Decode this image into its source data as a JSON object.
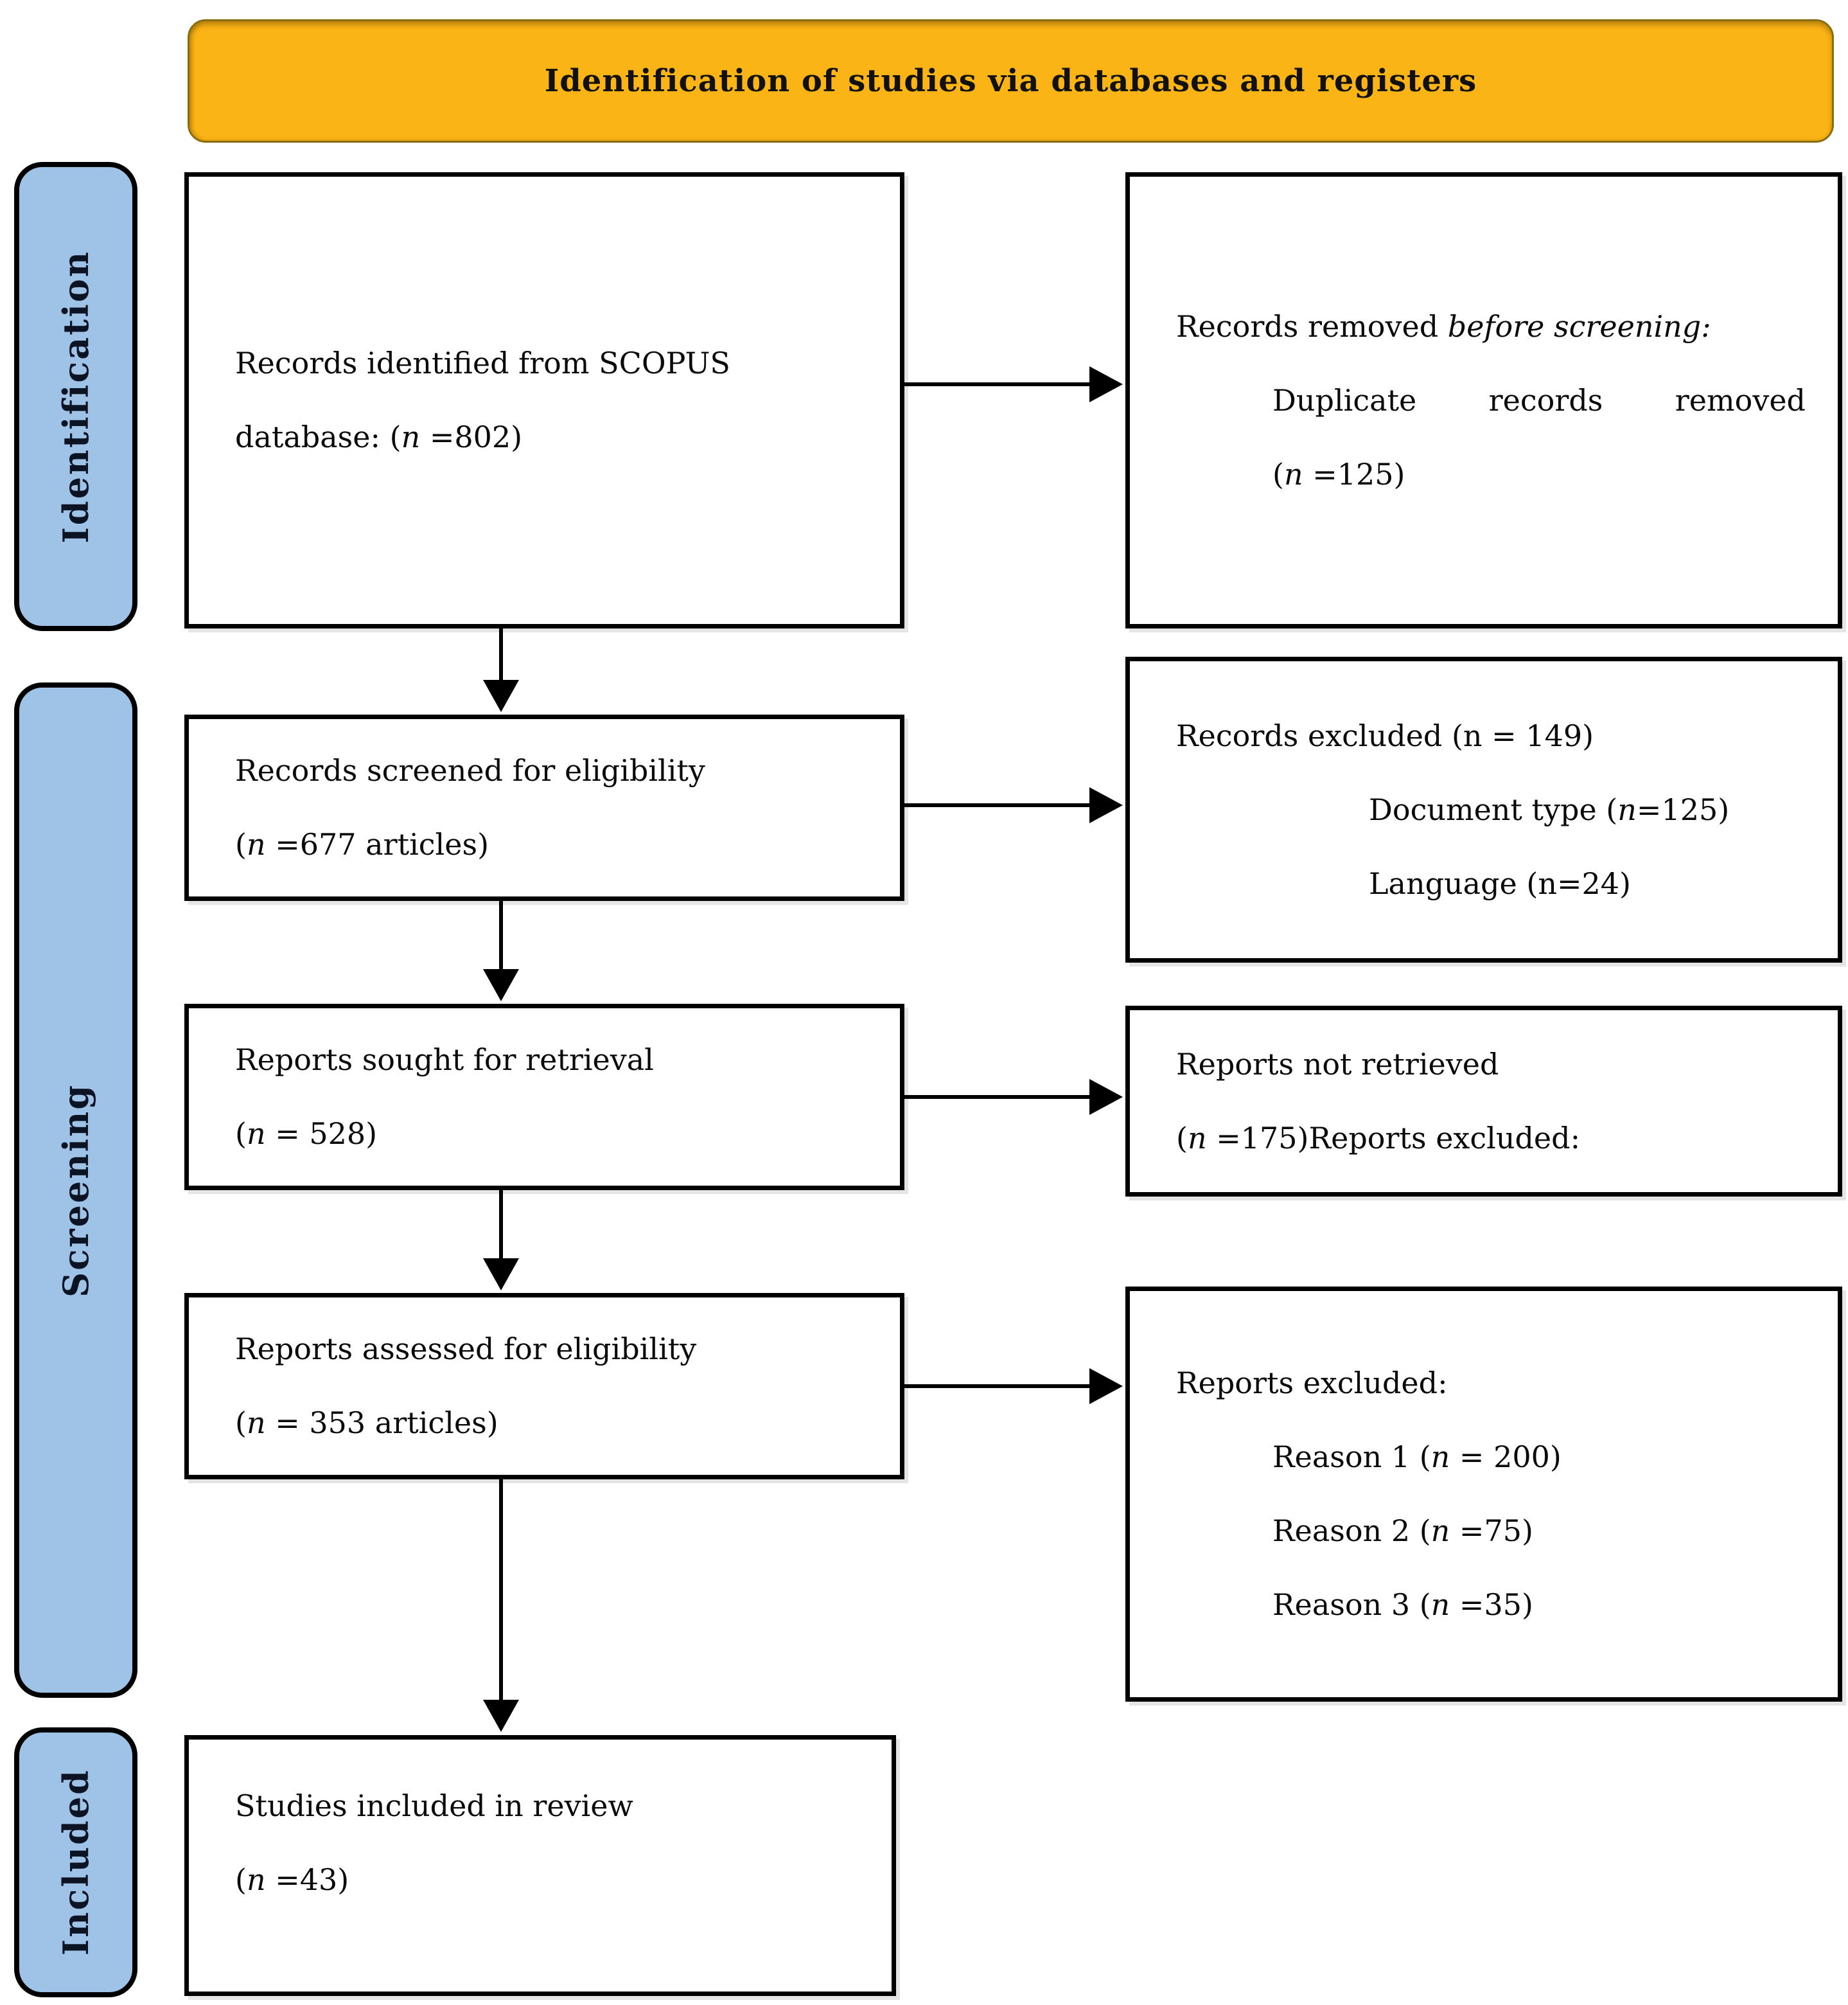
{
  "banner": {
    "title": "Identification of studies via databases and registers"
  },
  "sidebar": {
    "identification": "Identification",
    "screening": "Screening",
    "included": "Included"
  },
  "left_boxes": {
    "identified": {
      "l1": "Records identified from SCOPUS",
      "l2": [
        "database: (",
        "n",
        " =802)"
      ]
    },
    "screened": {
      "l1": "Records screened for eligibility",
      "l2": [
        "(",
        "n",
        " =677 articles)"
      ]
    },
    "sought": {
      "l1": "Reports sought for retrieval",
      "l2": [
        "(",
        "n",
        " = 528)"
      ]
    },
    "assessed": {
      "l1": "Reports assessed for eligibility",
      "l2": [
        "(",
        "n",
        " = 353 articles)"
      ]
    },
    "included": {
      "l1": "Studies included in review",
      "l2": [
        "(",
        "n",
        " =43)"
      ]
    }
  },
  "right_boxes": {
    "removed": {
      "l1": [
        "Records removed ",
        "before screening:"
      ],
      "l2": "Duplicate records removed",
      "l3": [
        "(",
        "n",
        " =125)"
      ]
    },
    "excluded": {
      "l1": "Records excluded (n = 149)",
      "l2": [
        "Document type (",
        "n",
        "=125)"
      ],
      "l3": "Language (n=24)"
    },
    "not_retrieved": {
      "l1": "Reports not retrieved",
      "l2": [
        "(",
        "n",
        " =175)Reports excluded:"
      ]
    },
    "reports_excluded": {
      "l1": "Reports excluded:",
      "l2": [
        "Reason 1 (",
        "n",
        " = 200)"
      ],
      "l3": [
        "Reason 2 (",
        "n",
        " =75)"
      ],
      "l4": [
        "Reason 3 (",
        "n",
        " =35)"
      ]
    }
  },
  "colors": {
    "banner_bg": "#FBB415",
    "sidebar_bg": "#9FC3E7",
    "box_border": "#000000",
    "text": "#0a0a0a"
  }
}
